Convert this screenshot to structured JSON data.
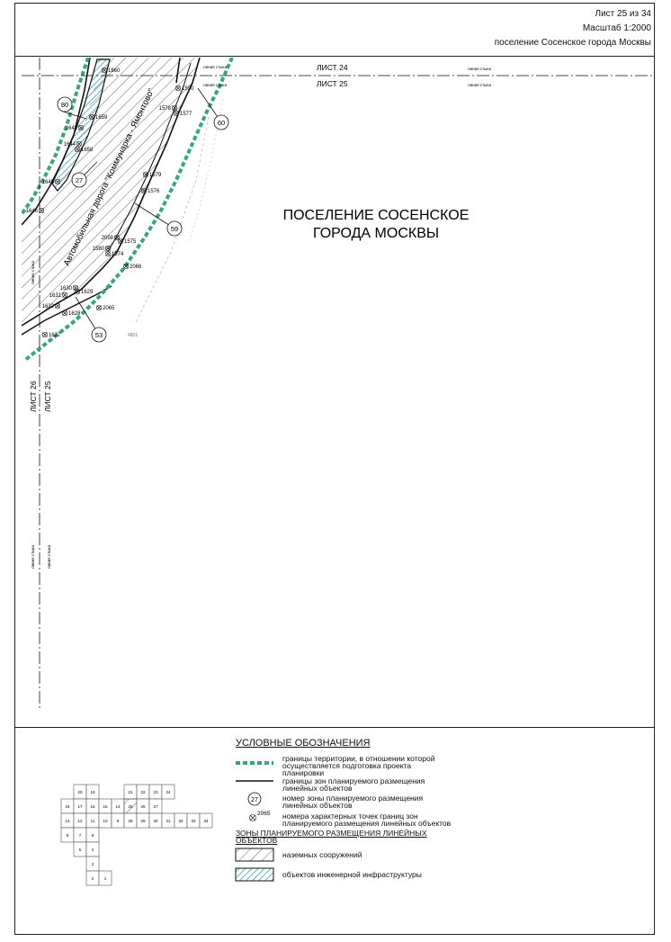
{
  "header": {
    "sheet": "Лист 25 из 34",
    "scale": "Масштаб 1:2000",
    "area": "поселение Сосенское города Москвы"
  },
  "map": {
    "region_label_line1": "ПОСЕЛЕНИЕ СОСЕНСКОЕ",
    "region_label_line2": "ГОРОДА МОСКВЫ",
    "road_label": "Автомобильная дорога \"Коммунарка - Ямонтово\"",
    "sheet_top": "ЛИСТ 24",
    "sheet_current": "ЛИСТ 25",
    "sheet_left": "ЛИСТ 26",
    "sheet_current_vertical": "ЛИСТ 25",
    "junction_label": "линия стыка",
    "zones": [
      "80",
      "27",
      "60",
      "59",
      "53"
    ],
    "points": [
      "1660",
      "1590",
      "1578",
      "1577",
      "1659",
      "1643",
      "1644",
      "1658",
      "1645",
      "1646",
      "1579",
      "1576",
      "2058",
      "1575",
      "1580",
      "1574",
      "2066",
      "1630",
      "1629",
      "1631",
      "1632",
      "1628",
      "2065",
      "1627"
    ],
    "small_labels": [
      "4801"
    ]
  },
  "legend": {
    "title": "УСЛОВНЫЕ ОБОЗНАЧЕНИЯ",
    "items": [
      {
        "text": "границы территории, в отношении которой осуществляется подготовка проекта планировки"
      },
      {
        "text": "границы зон планируемого размещения линейных объектов"
      },
      {
        "symbol": "27",
        "text": "номер зоны планируемого размещения линейных объектов"
      },
      {
        "symbol": "2065",
        "text": "номера характерных точек границ зон планируемого размещения линейных объектов"
      }
    ],
    "section_title": "ЗОНЫ ПЛАНИРУЕМОГО РАЗМЕЩЕНИЯ ЛИНЕЙНЫХ ОБЪЕКТОВ",
    "zone_items": [
      {
        "text": "наземных сооружений"
      },
      {
        "text": "объектов инженерной инфраструктуры"
      }
    ]
  },
  "keymap": {
    "cells": [
      "20",
      "19",
      "18",
      "17",
      "16",
      "15",
      "14",
      "13",
      "12",
      "11",
      "10",
      "9",
      "8",
      "7",
      "6",
      "5",
      "4",
      "3",
      "2",
      "1",
      "21",
      "22",
      "23",
      "24",
      "25",
      "26",
      "27",
      "28",
      "29",
      "30",
      "31",
      "32",
      "33",
      "34"
    ]
  },
  "colors": {
    "boundary_green": "#3aa577",
    "hatch_blue": "#6fb0c9",
    "line": "#111111"
  }
}
